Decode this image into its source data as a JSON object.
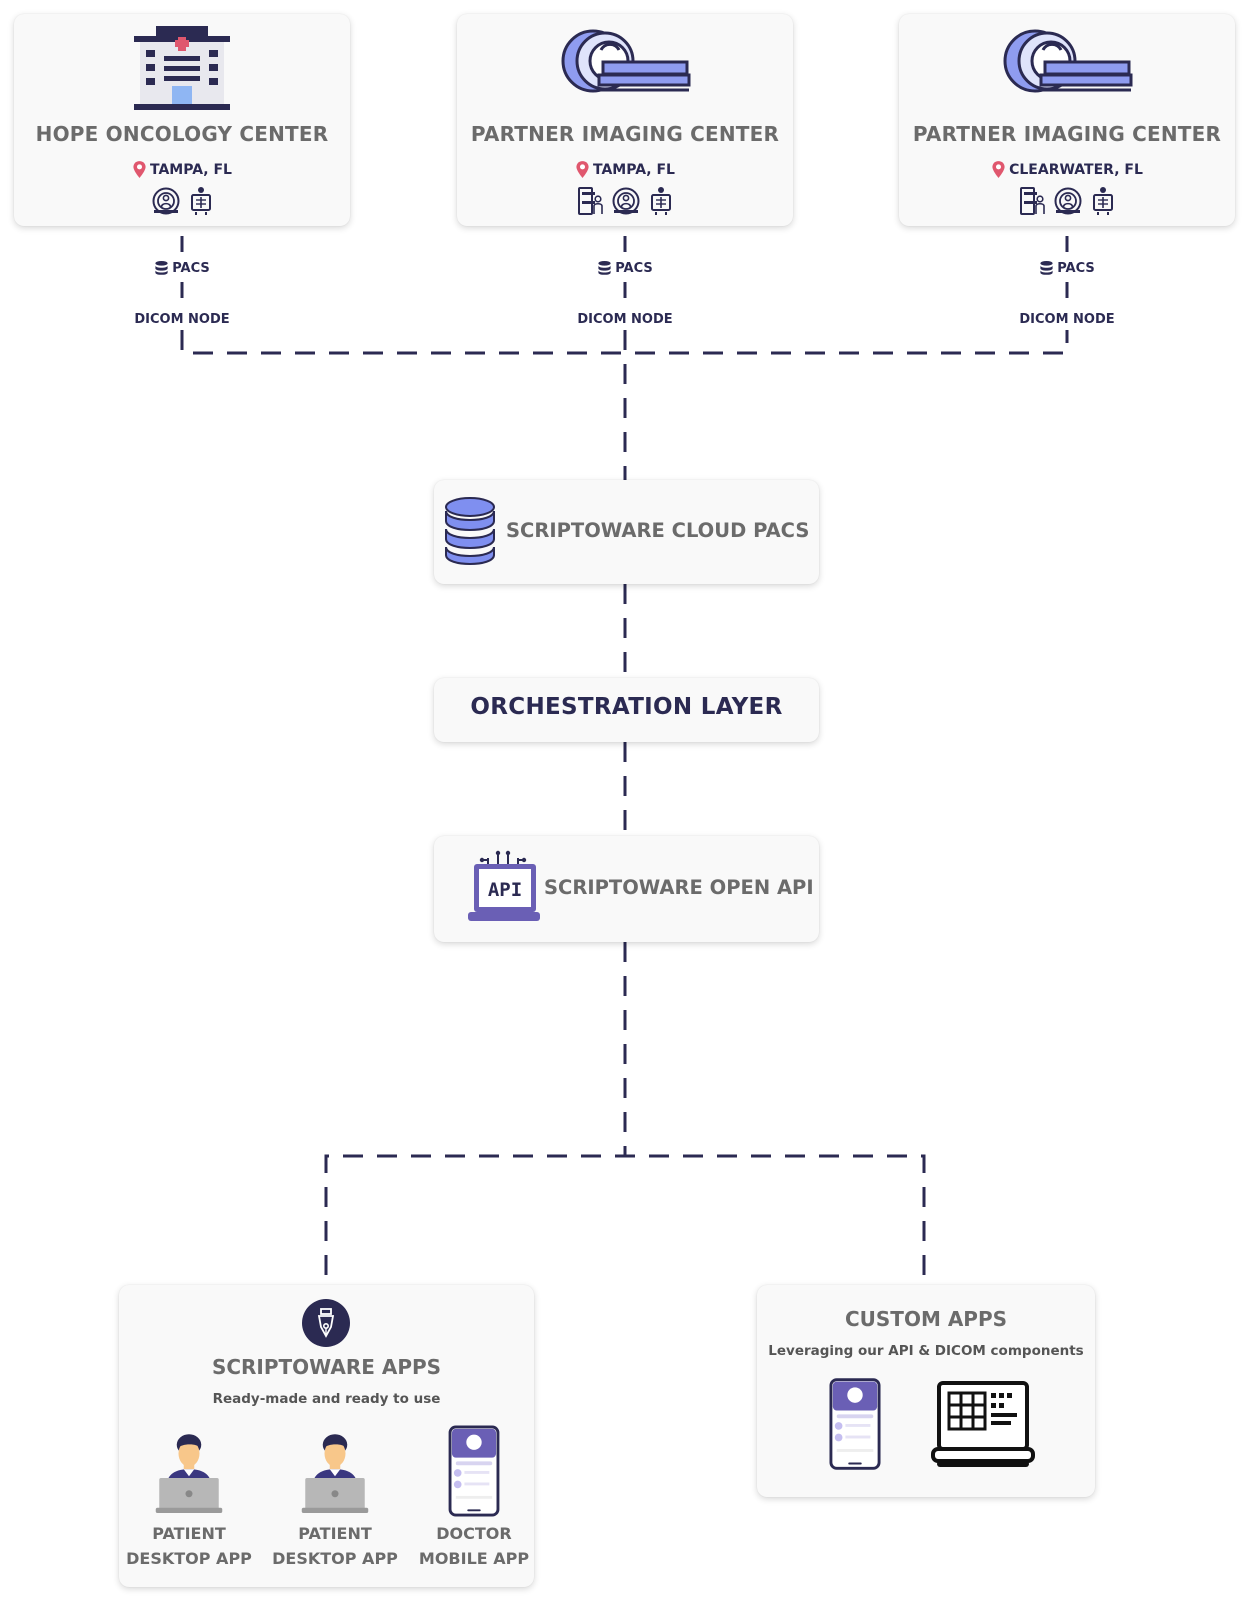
{
  "sites": [
    {
      "name": "HOPE ONCOLOGY CENTER",
      "location": "TAMPA, FL",
      "icon": "hospital-icon",
      "modalities": [
        "mri-icon",
        "xray-icon"
      ]
    },
    {
      "name": "PARTNER IMAGING CENTER",
      "location": "TAMPA, FL",
      "icon": "scanner-icon",
      "modalities": [
        "mammography-icon",
        "mri-icon",
        "xray-icon"
      ]
    },
    {
      "name": "PARTNER IMAGING CENTER",
      "location": "CLEARWATER, FL",
      "icon": "scanner-icon",
      "modalities": [
        "mammography-icon",
        "mri-icon",
        "xray-icon"
      ]
    }
  ],
  "connectors": {
    "pacs_label": "PACS",
    "dicom_label": "DICOM NODE"
  },
  "cloud_pacs": {
    "title": "SCRIPTOWARE CLOUD PACS",
    "icon": "database-icon"
  },
  "orchestration": {
    "title": "ORCHESTRATION LAYER"
  },
  "open_api": {
    "title": "SCRIPTOWARE OPEN API",
    "icon": "api-laptop-icon",
    "icon_text": "API"
  },
  "scriptoware_apps": {
    "title": "SCRIPTOWARE APPS",
    "subtitle": "Ready-made and ready to use",
    "icon": "pen-nib-icon",
    "items": [
      {
        "line1": "PATIENT",
        "line2": "DESKTOP APP",
        "icon": "person-laptop-icon"
      },
      {
        "line1": "PATIENT",
        "line2": "DESKTOP APP",
        "icon": "person-laptop-icon"
      },
      {
        "line1": "DOCTOR",
        "line2": "MOBILE APP",
        "icon": "mobile-phone-icon"
      }
    ]
  },
  "custom_apps": {
    "title": "CUSTOM APPS",
    "subtitle": "Leveraging our API & DICOM components",
    "icons": [
      "mobile-phone-icon",
      "laptop-grid-icon"
    ]
  },
  "colors": {
    "navy": "#2b2a52",
    "title_gray": "#6b6b6b",
    "card_bg": "#f9f9f9",
    "periwinkle": "#7f8ff0",
    "purple": "#6a5fb5",
    "pin": "#e0576e"
  }
}
